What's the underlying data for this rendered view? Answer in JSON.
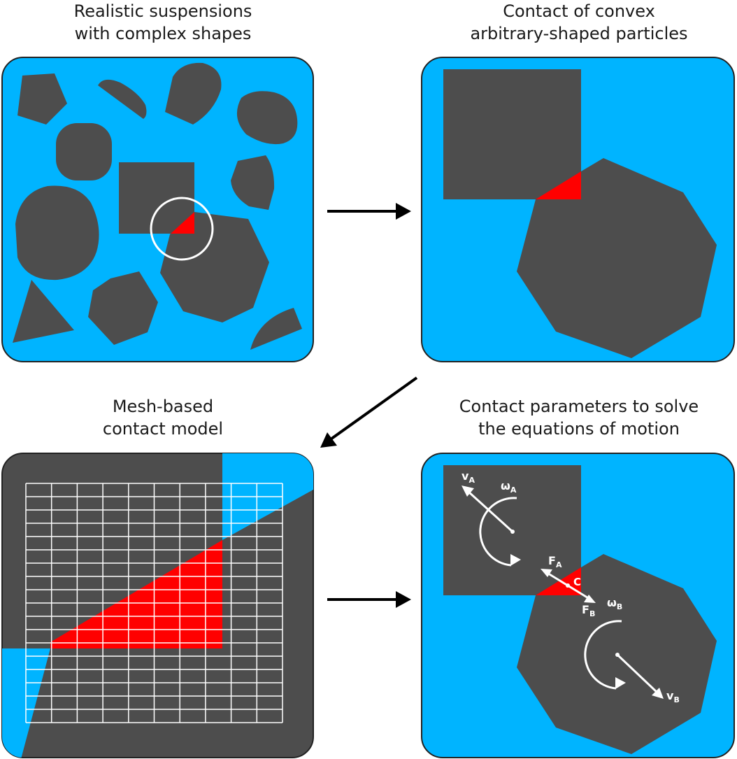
{
  "panels": {
    "top_left": {
      "title_line1": "Realistic suspensions",
      "title_line2": "with complex shapes"
    },
    "top_right": {
      "title_line1": "Contact of convex",
      "title_line2": "arbitrary-shaped particles"
    },
    "bottom_left": {
      "title_line1": "Mesh-based",
      "title_line2": "contact model"
    },
    "bottom_right": {
      "title_line1": "Contact parameters to solve",
      "title_line2": "the equations of motion"
    }
  },
  "labels": {
    "vA_main": "v",
    "vA_sub": "A",
    "wA_main": "ω",
    "wA_sub": "A",
    "FA_main": "F",
    "FA_sub": "A",
    "C": "C",
    "FB_main": "F",
    "FB_sub": "B",
    "wB_main": "ω",
    "wB_sub": "B",
    "vB_main": "v",
    "vB_sub": "B"
  },
  "colors": {
    "fluid": "#00B4FF",
    "particle": "#4D4D4D",
    "contact": "#FF0000",
    "arrow": "#000000",
    "annotation": "#FFFFFF"
  }
}
